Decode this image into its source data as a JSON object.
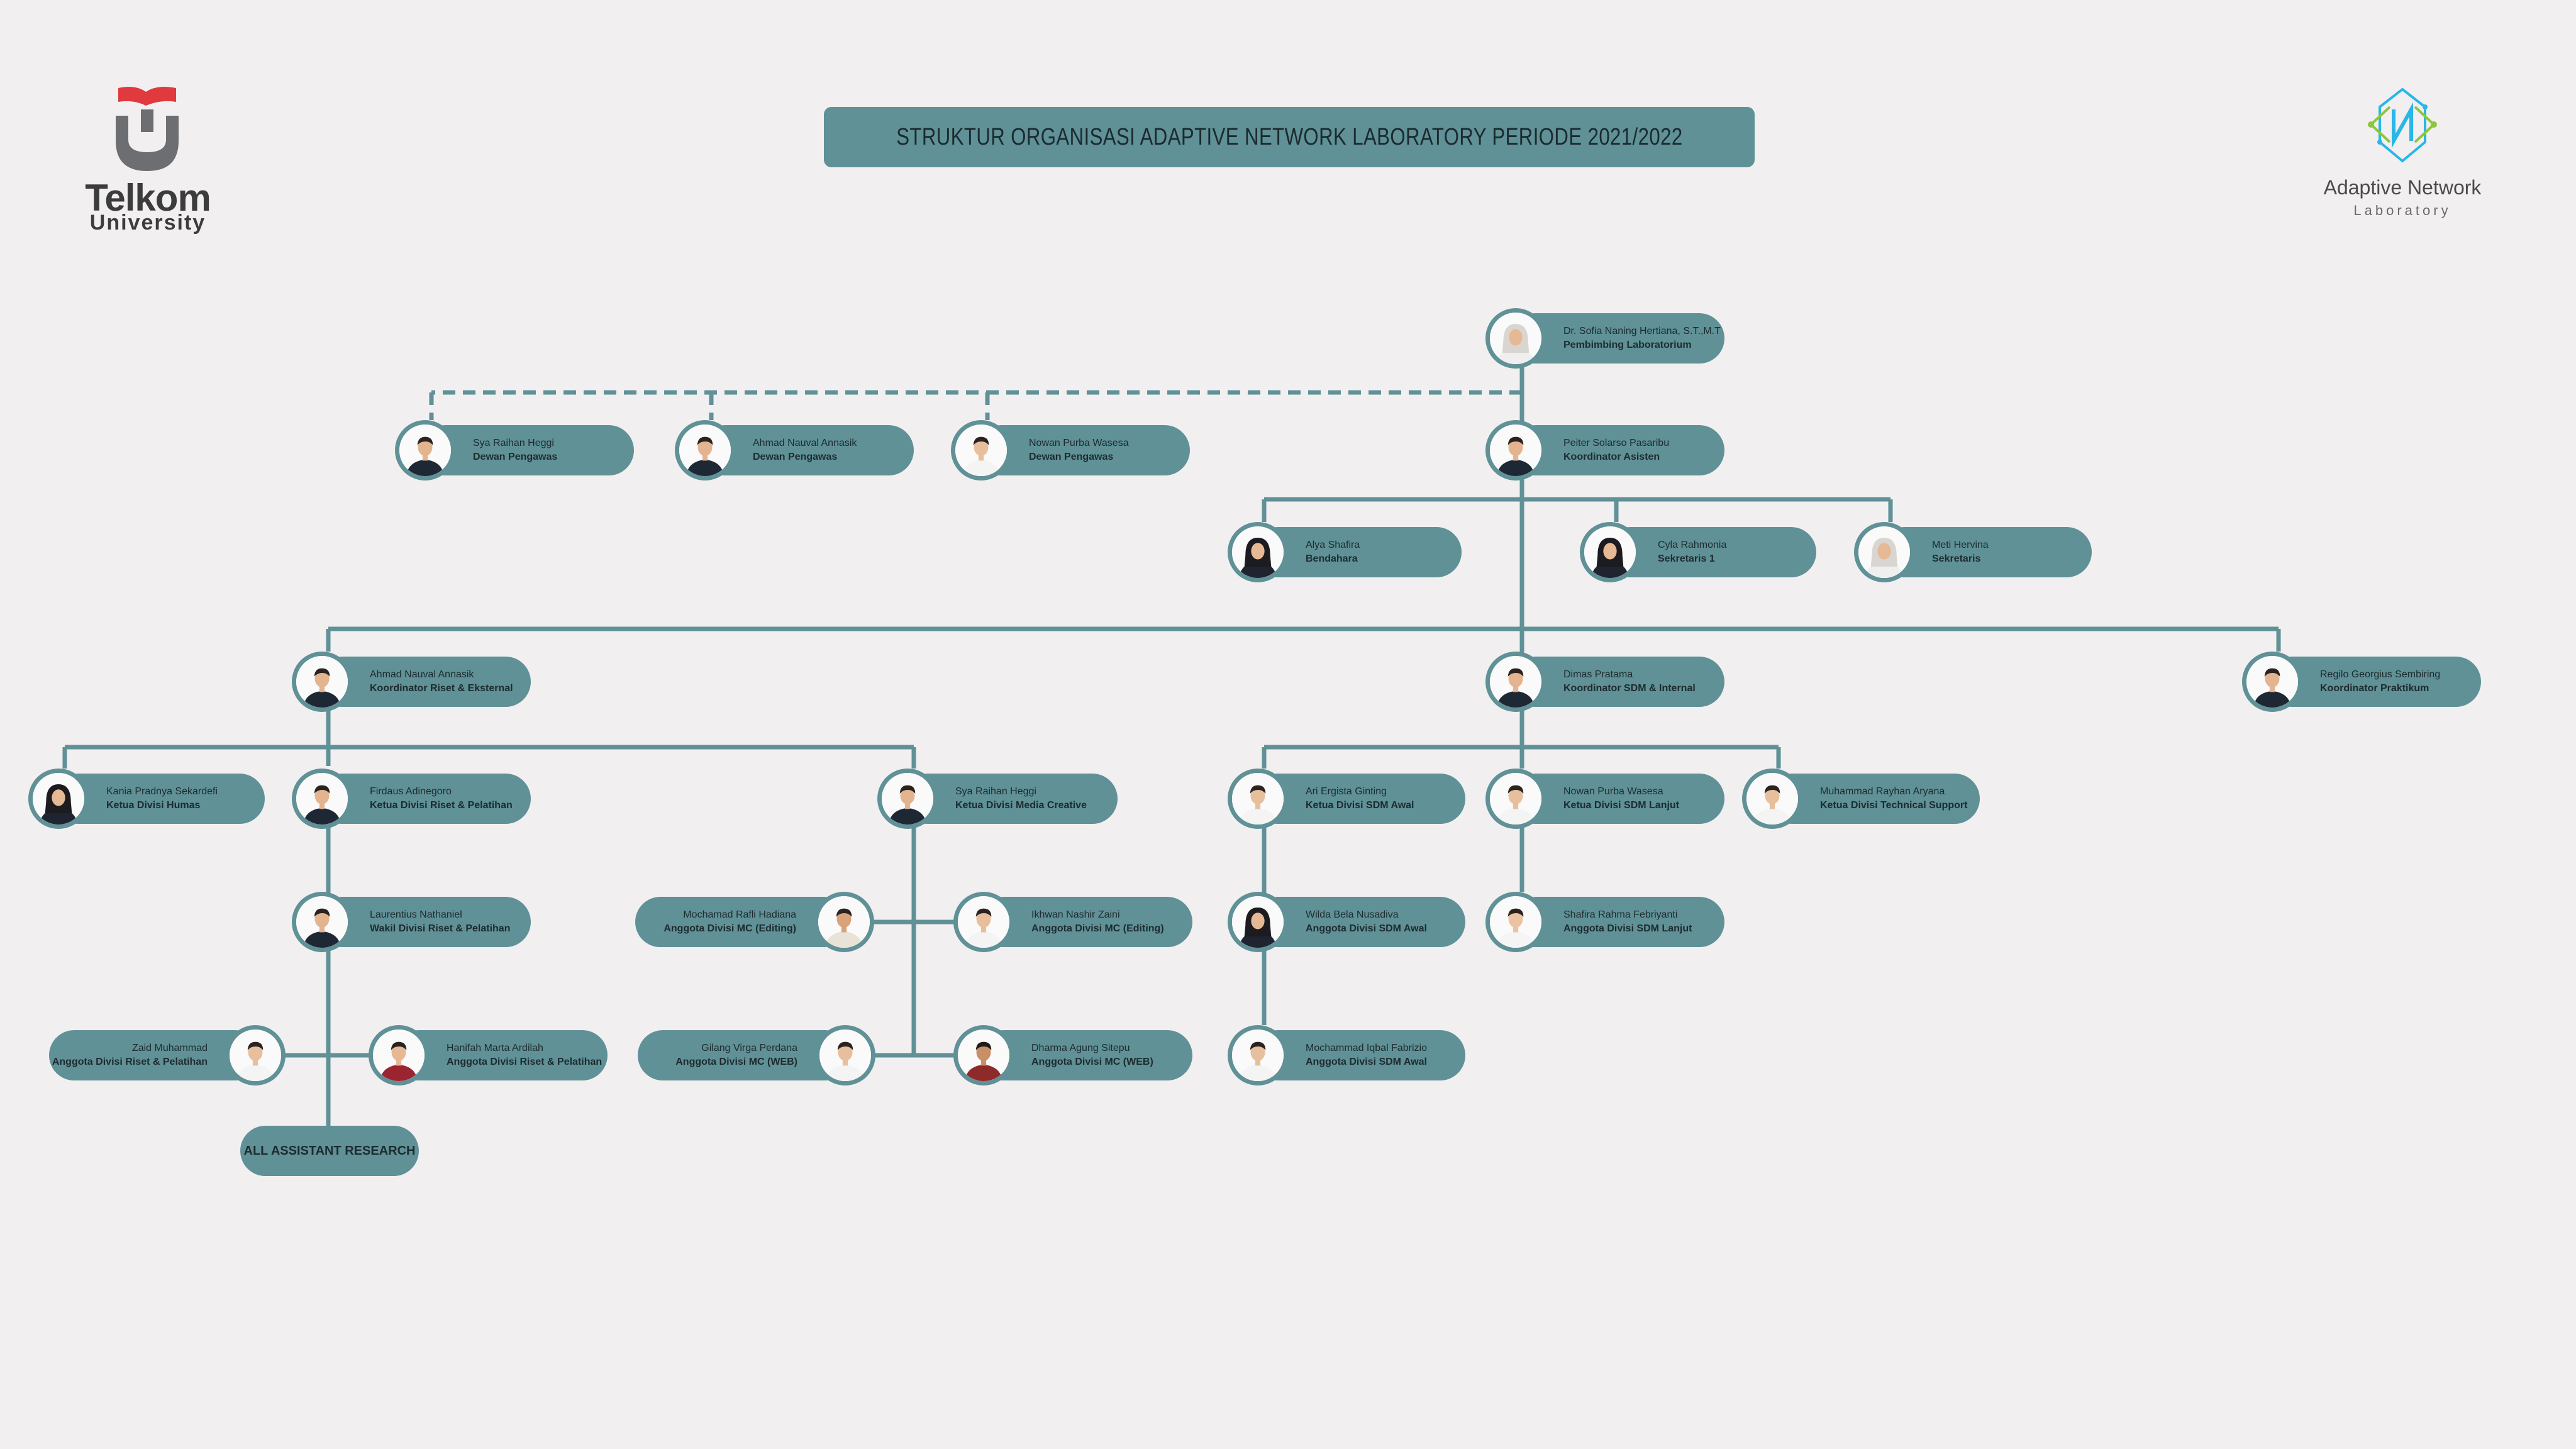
{
  "title": "STRUKTUR ORGANISASI ADAPTIVE NETWORK LABORATORY PERIODE 2021/2022",
  "logos": {
    "telkom_line1": "Telkom",
    "telkom_line2": "University",
    "adaptive_line1": "Adaptive Network",
    "adaptive_line2": "Laboratory",
    "telkom_colors": {
      "red": "#e03a3e",
      "gray": "#6d6e71"
    },
    "adaptive_colors": {
      "blue": "#29b6e8",
      "green": "#8dc63f"
    }
  },
  "accent_color": "#5f9197",
  "background_color": "#f2eff0",
  "nodes": [
    {
      "id": "pembimbing",
      "name": "Dr. Sofia Naning Hertiana, S.T.,M.T",
      "role": "Pembimbing Laboratorium",
      "avatar": "hijab-light"
    },
    {
      "id": "dewan1",
      "name": "Sya Raihan Heggi",
      "role": "Dewan Pengawas",
      "avatar": "man-dark"
    },
    {
      "id": "dewan2",
      "name": "Ahmad Nauval Annasik",
      "role": "Dewan Pengawas",
      "avatar": "man-dark"
    },
    {
      "id": "dewan3",
      "name": "Nowan Purba Wasesa",
      "role": "Dewan Pengawas",
      "avatar": "man-white"
    },
    {
      "id": "koordinator",
      "name": "Peiter Solarso Pasaribu",
      "role": "Koordinator Asisten",
      "avatar": "man-dark"
    },
    {
      "id": "bendahara",
      "name": "Alya Shafira",
      "role": "Bendahara",
      "avatar": "hijab-dark"
    },
    {
      "id": "sekretaris1",
      "name": "Cyla Rahmonia",
      "role": "Sekretaris 1",
      "avatar": "hijab-dark"
    },
    {
      "id": "sekretaris2",
      "name": "Meti Hervina",
      "role": "Sekretaris",
      "avatar": "hijab-light"
    },
    {
      "id": "koord-riset",
      "name": "Ahmad Nauval Annasik",
      "role": "Koordinator Riset & Eksternal",
      "avatar": "man-dark"
    },
    {
      "id": "koord-sdm",
      "name": "Dimas Pratama",
      "role": "Koordinator SDM & Internal",
      "avatar": "man-dark"
    },
    {
      "id": "koord-praktikum",
      "name": "Regilo Georgius Sembiring",
      "role": "Koordinator Praktikum",
      "avatar": "man-dark"
    },
    {
      "id": "humas",
      "name": "Kania Pradnya Sekardefi",
      "role": "Ketua Divisi Humas",
      "avatar": "hijab-dark"
    },
    {
      "id": "ketua-riset",
      "name": "Firdaus Adinegoro",
      "role": "Ketua Divisi Riset & Pelatihan",
      "avatar": "man-dark"
    },
    {
      "id": "media-creative",
      "name": "Sya Raihan Heggi",
      "role": "Ketua Divisi Media Creative",
      "avatar": "man-dark"
    },
    {
      "id": "sdm-awal",
      "name": "Ari Ergista Ginting",
      "role": "Ketua Divisi SDM Awal",
      "avatar": "man-white"
    },
    {
      "id": "sdm-lanjut",
      "name": "Nowan Purba Wasesa",
      "role": "Ketua Divisi SDM Lanjut",
      "avatar": "man-white"
    },
    {
      "id": "techsupport",
      "name": "Muhammad Rayhan Aryana",
      "role": "Ketua Divisi Technical Support",
      "avatar": "man-white"
    },
    {
      "id": "wakil-riset",
      "name": "Laurentius Nathaniel",
      "role": "Wakil Divisi Riset & Pelatihan",
      "avatar": "man-dark"
    },
    {
      "id": "mc-edit-1",
      "name": "Mochamad Rafli Hadiana",
      "role": "Anggota Divisi MC (Editing)",
      "avatar": "man-light"
    },
    {
      "id": "mc-edit-2",
      "name": "Ikhwan Nashir Zaini",
      "role": "Anggota Divisi MC (Editing)",
      "avatar": "man-white"
    },
    {
      "id": "sdm-awal-1",
      "name": "Wilda Bela Nusadiva",
      "role": "Anggota Divisi SDM Awal",
      "avatar": "hijab-dark"
    },
    {
      "id": "sdm-lanjut-1",
      "name": "Shafira Rahma Febriyanti",
      "role": "Anggota Divisi SDM Lanjut",
      "avatar": "woman-white"
    },
    {
      "id": "riset-1",
      "name": "Zaid Muhammad",
      "role": "Anggota Divisi Riset & Pelatihan",
      "avatar": "man-white"
    },
    {
      "id": "riset-2",
      "name": "Hanifah Marta Ardilah",
      "role": "Anggota Divisi Riset & Pelatihan",
      "avatar": "woman-red"
    },
    {
      "id": "mc-web-1",
      "name": "Gilang Virga Perdana",
      "role": "Anggota Divisi MC (WEB)",
      "avatar": "man-white"
    },
    {
      "id": "mc-web-2",
      "name": "Dharma Agung Sitepu",
      "role": "Anggota Divisi MC (WEB)",
      "avatar": "man-red"
    },
    {
      "id": "sdm-awal-2",
      "name": "Mochammad Iqbal Fabrizio",
      "role": "Anggota Divisi SDM Awal",
      "avatar": "man-white"
    }
  ],
  "all_research_label": "ALL ASSISTANT RESEARCH"
}
